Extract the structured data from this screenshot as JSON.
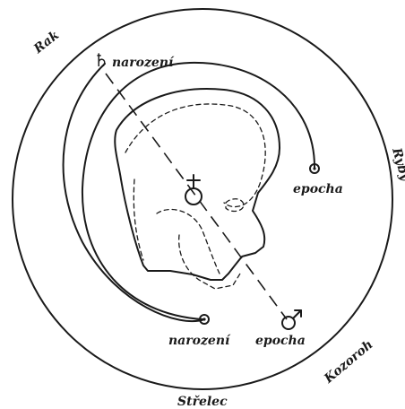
{
  "diagram": {
    "zodiac_labels": {
      "top_left": "Rak",
      "right": "Ryby",
      "bottom_right": "Kozoroh",
      "bottom": "Střelec"
    },
    "planet_labels": {
      "saturn_birth": "narození",
      "saturn_epoch": "epocha",
      "mars_birth": "narození",
      "mars_epoch": "epocha"
    },
    "symbols": {
      "saturn": "♄",
      "mars": "♂",
      "earth": "♁"
    },
    "colors": {
      "ink": "#1a1a1a",
      "paper": "#ffffff"
    }
  }
}
